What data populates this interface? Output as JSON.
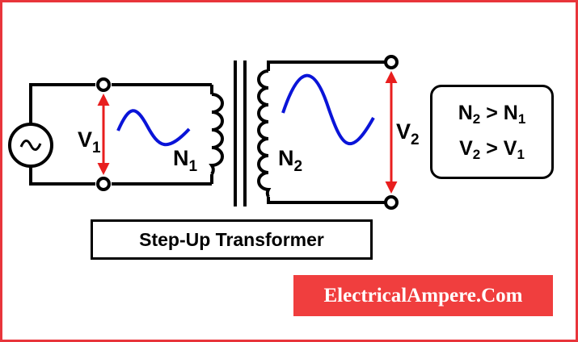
{
  "labels": {
    "v1": "V",
    "v1_sub": "1",
    "n1": "N",
    "n1_sub": "1",
    "n2": "N",
    "n2_sub": "2",
    "v2": "V",
    "v2_sub": "2"
  },
  "relations": {
    "line1": {
      "a": "N",
      "a_sub": "2",
      "op": ">",
      "b": "N",
      "b_sub": "1"
    },
    "line2": {
      "a": "V",
      "a_sub": "2",
      "op": ">",
      "b": "V",
      "b_sub": "1"
    }
  },
  "title": "Step-Up Transformer",
  "brand": "ElectricalAmpere.Com",
  "colors": {
    "border": "#e8353b",
    "arrow": "#e81e1e",
    "wave": "#0a14d8",
    "brand_bg": "#f03e3e",
    "brand_text": "#ffffff",
    "line": "#000000"
  },
  "icons": {
    "source": "ac-source-icon",
    "arrow": "double-arrow-icon",
    "wave": "sine-wave-icon",
    "coil": "coil-icon"
  }
}
